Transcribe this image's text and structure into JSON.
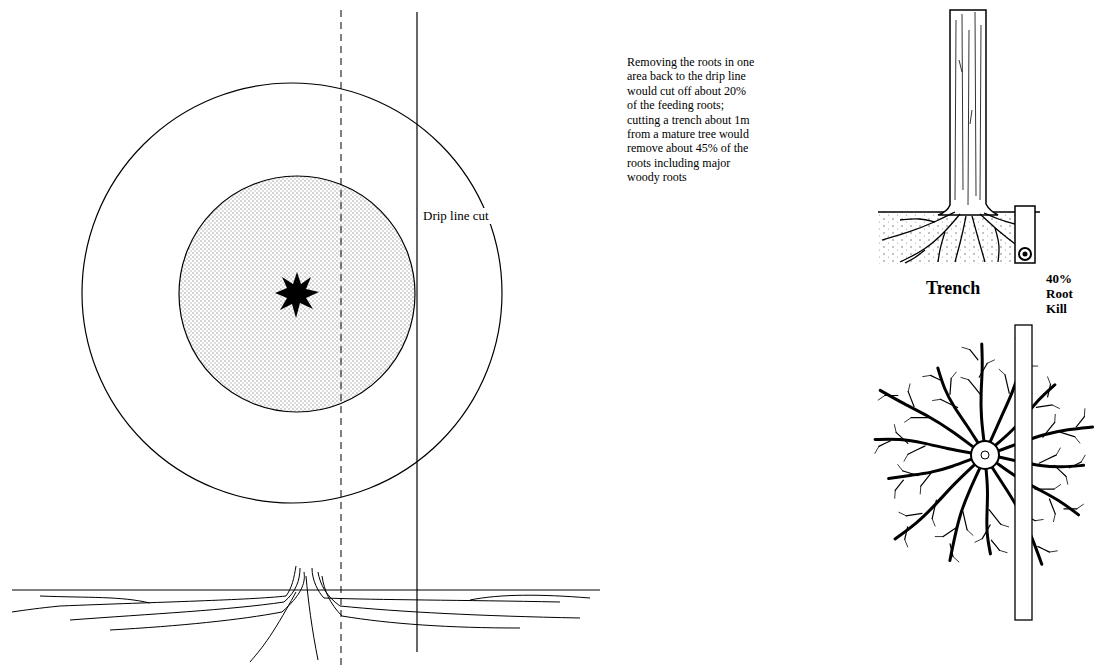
{
  "diagram": {
    "labels": [
      "Drip line cut",
      "Removing the roots in one area back to the drip line would cut off about 20% of the feeding roots; cutting a trench about 1m from a mature tree would remove about 45% of the roots including major woody roots",
      "Trench",
      "40% Root Kill"
    ]
  }
}
